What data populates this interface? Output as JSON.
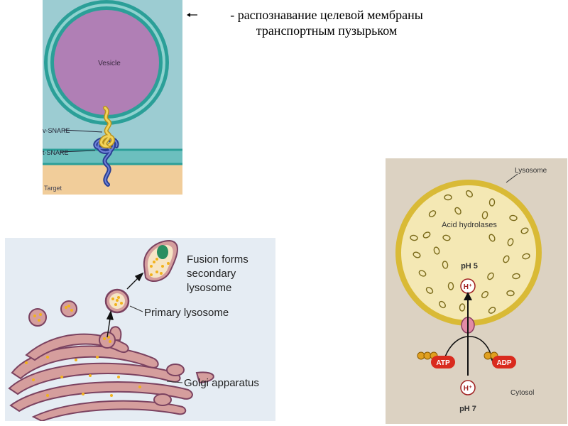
{
  "caption": {
    "line1": "- распознавание целевой мембраны",
    "line2": "транспортным пузырьком"
  },
  "snare_panel": {
    "vesicle_label": "Vesicle",
    "v_snare_label": "v-SNARE",
    "t_snare_label": "t-SNARE",
    "target_label": "Target"
  },
  "lysosome_panel": {
    "lysosome_label": "Lysosome",
    "acid_hydrolases_label": "Acid hydrolases",
    "ph_inside": "pH 5",
    "h_inside": "H⁺",
    "h_outside": "H⁺",
    "atp_label": "ATP",
    "adp_label": "ADP",
    "cytosol_label": "Cytosol",
    "ph_outside": "pH 7"
  },
  "golgi_panel": {
    "fusion_line1": "Fusion forms",
    "fusion_line2": "secondary",
    "fusion_line3": "lysosome",
    "primary_lysosome_label": "Primary lysosome",
    "golgi_label": "Golgi apparatus"
  },
  "colors": {
    "vesicle_fill": "#b07fb5",
    "vesicle_membrane": "#2b9f98",
    "v_snare": "#e8c23a",
    "t_snare": "#2a3f93",
    "target_membrane_fill": "#f1cd9a",
    "lysosome_fill": "#f4e8b4",
    "lysosome_membrane": "#d9ba36",
    "atp_badge": "#d92b1e",
    "golgi_fill": "#d59e9d",
    "golgi_outline": "#7b4260",
    "dots": "#f2b21c"
  }
}
